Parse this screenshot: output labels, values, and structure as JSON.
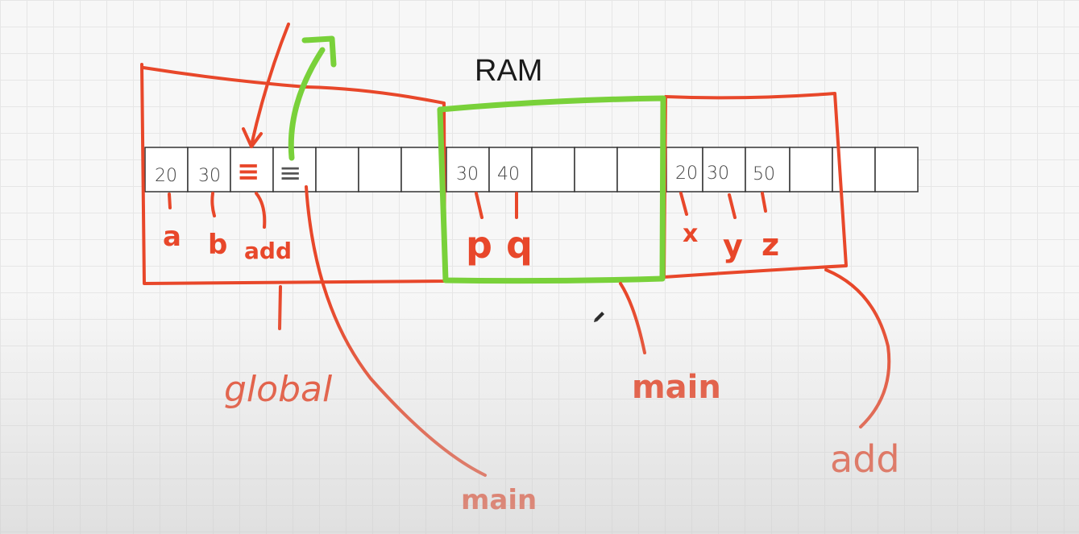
{
  "title": "RAM",
  "cells": [
    "20",
    "30",
    "",
    "",
    "",
    "",
    "",
    "30",
    "40",
    "",
    "",
    "",
    "20",
    "30",
    "50",
    "",
    "",
    ""
  ],
  "pointer_cells": [
    "≡",
    "≡"
  ],
  "var_labels": {
    "a": "a",
    "b": "b",
    "add": "add",
    "p": "p",
    "q": "q",
    "x": "x",
    "y": "y",
    "z": "z"
  },
  "segment_labels": {
    "global": "global",
    "main_bottom": "main",
    "main_middle": "main",
    "add": "add"
  },
  "colors": {
    "red_ink": "#e8472a",
    "green_ink": "#79d13a",
    "cell_border": "#333333"
  },
  "icons": [
    "pen-cursor-icon"
  ]
}
